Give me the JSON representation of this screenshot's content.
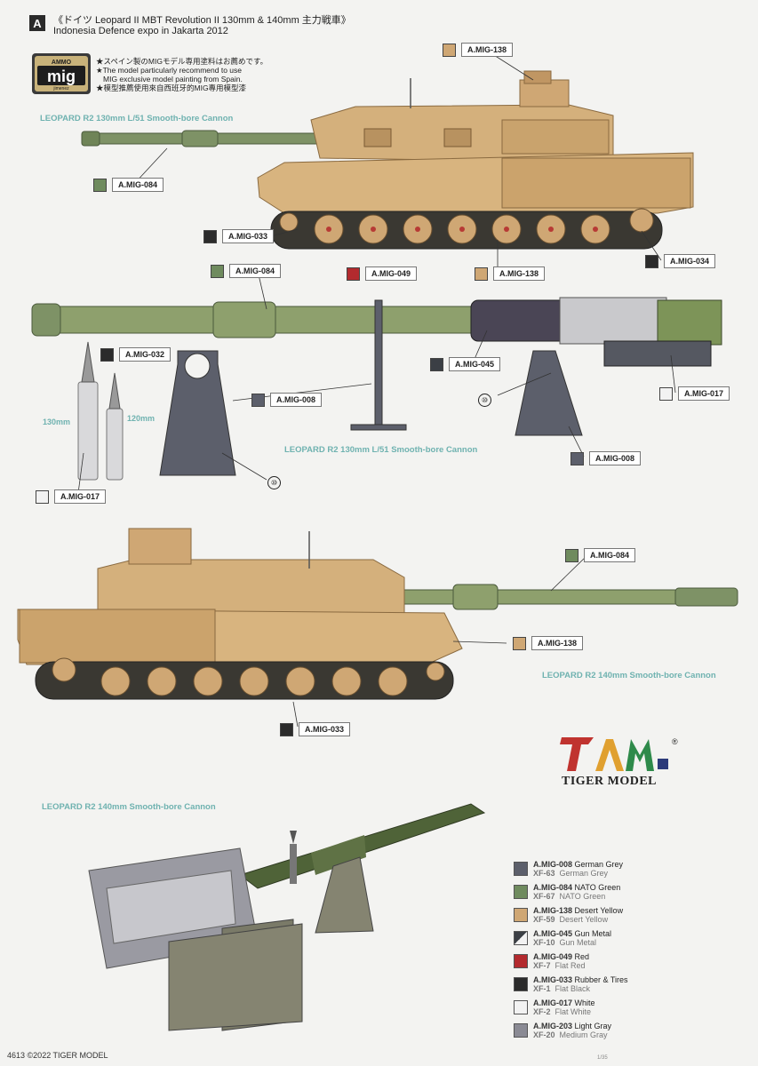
{
  "header": {
    "letter": "A",
    "title": "《ドイツ Leopard II MBT Revolution II 130mm & 140mm 主力戦車》",
    "subtitle": "Indonesia Defence expo in Jakarta 2012"
  },
  "mig_logo": {
    "top": "AMMO",
    "main": "mig",
    "sub": "jimenez"
  },
  "notes": [
    "★スペイン製のMIGモデル専用塗料はお薦めです。",
    "★The model particularly recommend to use",
    "MIG exclusive model painting from Spain.",
    "★模型推薦使用來自西班牙的MIG專用模型漆"
  ],
  "captions": {
    "tank1": "LEOPARD R2 130mm  L/51  Smooth-bore Cannon",
    "gun130": "LEOPARD R2 130mm  L/51  Smooth-bore Cannon",
    "tank2": "LEOPARD R2 140mm  Smooth-bore Cannon",
    "gun140": "LEOPARD R2 140mm  Smooth-bore Cannon"
  },
  "dims": {
    "d130": "130mm",
    "d120": "120mm"
  },
  "callout_number": "⑩",
  "callouts": {
    "t1_138": "A.MIG-138",
    "t1_084": "A.MIG-084",
    "t1_033": "A.MIG-033",
    "t1_049": "A.MIG-049",
    "t1_138b": "A.MIG-138",
    "t1_034": "A.MIG-034",
    "g_084": "A.MIG-084",
    "g_032": "A.MIG-032",
    "g_045": "A.MIG-045",
    "g_017a": "A.MIG-017",
    "g_008a": "A.MIG-008",
    "g_008b": "A.MIG-008",
    "g_017b": "A.MIG-017",
    "t2_084": "A.MIG-084",
    "t2_138": "A.MIG-138",
    "t2_033": "A.MIG-033"
  },
  "colors": {
    "grey": "#5c5f6b",
    "green": "#6f8b5e",
    "sand": "#cfa774",
    "gunmetal": "#3b3f45",
    "red": "#b32a2e",
    "black": "#2b2b2b",
    "white": "#f2f2f2",
    "lightgray": "#8a8a94",
    "caption": "#6fb2b0"
  },
  "legend": [
    {
      "code": "A.MIG-008",
      "name": "German Grey",
      "alt_code": "XF-63",
      "alt_name": "German Grey",
      "color": "#5c5f6b"
    },
    {
      "code": "A.MIG-084",
      "name": "NATO Green",
      "alt_code": "XF-67",
      "alt_name": "NATO Green",
      "color": "#6f8b5e"
    },
    {
      "code": "A.MIG-138",
      "name": "Desert Yellow",
      "alt_code": "XF-59",
      "alt_name": "Desert Yellow",
      "color": "#cfa774"
    },
    {
      "code": "A.MIG-045",
      "name": "Gun Metal",
      "alt_code": "XF-10",
      "alt_name": "Gun Metal",
      "color": "#3b3f45"
    },
    {
      "code": "A.MIG-049",
      "name": "Red",
      "alt_code": "XF-7",
      "alt_name": "Flat Red",
      "color": "#b32a2e"
    },
    {
      "code": "A.MIG-033",
      "name": "Rubber & Tires",
      "alt_code": "XF-1",
      "alt_name": "Flat Black",
      "color": "#2b2b2b"
    },
    {
      "code": "A.MIG-017",
      "name": "White",
      "alt_code": "XF-2",
      "alt_name": "Flat White",
      "color": "#f2f2f2"
    },
    {
      "code": "A.MIG-203",
      "name": "Light Gray",
      "alt_code": "XF-20",
      "alt_name": "Medium Gray",
      "color": "#8a8a94"
    }
  ],
  "brand": {
    "name": "TIGER MODEL",
    "registered": "®"
  },
  "footer": {
    "code": "4613",
    "copyright": "©2022  TIGER MODEL",
    "page": "1/35"
  }
}
